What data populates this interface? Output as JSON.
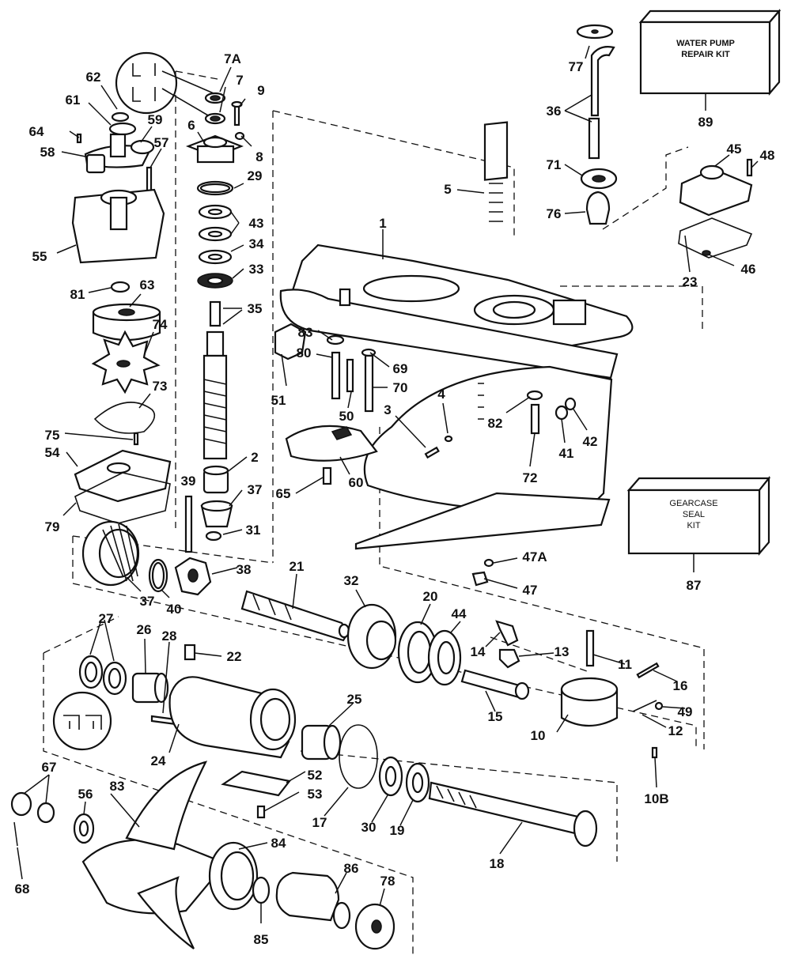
{
  "kits": {
    "water_pump": {
      "line1": "WATER PUMP",
      "line2": "REPAIR KIT",
      "number": "89"
    },
    "gearcase_seal": {
      "line1": "GEARCASE",
      "line2": "SEAL",
      "line3": "KIT",
      "number": "87"
    }
  },
  "callouts": {
    "c7A": "7A",
    "c7": "7",
    "c9": "9",
    "c62": "62",
    "c61": "61",
    "c59": "59",
    "c64": "64",
    "c6": "6",
    "c8": "8",
    "c57": "57",
    "c58": "58",
    "c29": "29",
    "c43": "43",
    "c34": "34",
    "c33": "33",
    "c35": "35",
    "c55": "55",
    "c81": "81",
    "c63": "63",
    "c74": "74",
    "c73": "73",
    "c75": "75",
    "c54": "54",
    "c79": "79",
    "c2": "2",
    "c37a": "37",
    "c39": "39",
    "c31": "31",
    "c37b": "37",
    "c40": "40",
    "c38": "38",
    "c77": "77",
    "c36": "36",
    "c71": "71",
    "c76": "76",
    "c45": "45",
    "c48": "48",
    "c23": "23",
    "c46": "46",
    "c5": "5",
    "c1": "1",
    "c83a": "83",
    "c80": "80",
    "c69": "69",
    "c70": "70",
    "c51": "51",
    "c50": "50",
    "c4": "4",
    "c3": "3",
    "c82": "82",
    "c41": "41",
    "c42": "42",
    "c72": "72",
    "c65": "65",
    "c60": "60",
    "c47A": "47A",
    "c47": "47",
    "c21": "21",
    "c32": "32",
    "c20": "20",
    "c44": "44",
    "c14": "14",
    "c13": "13",
    "c11": "11",
    "c16": "16",
    "c49": "49",
    "c12": "12",
    "c10": "10",
    "c15": "15",
    "c10B": "10B",
    "c27": "27",
    "c26": "26",
    "c28": "28",
    "c22": "22",
    "c25": "25",
    "c24": "24",
    "c52": "52",
    "c53": "53",
    "c17": "17",
    "c30": "30",
    "c19": "19",
    "c18": "18",
    "c67": "67",
    "c56": "56",
    "c83b": "83",
    "c84": "84",
    "c68": "68",
    "c86": "86",
    "c78": "78",
    "c85": "85"
  }
}
